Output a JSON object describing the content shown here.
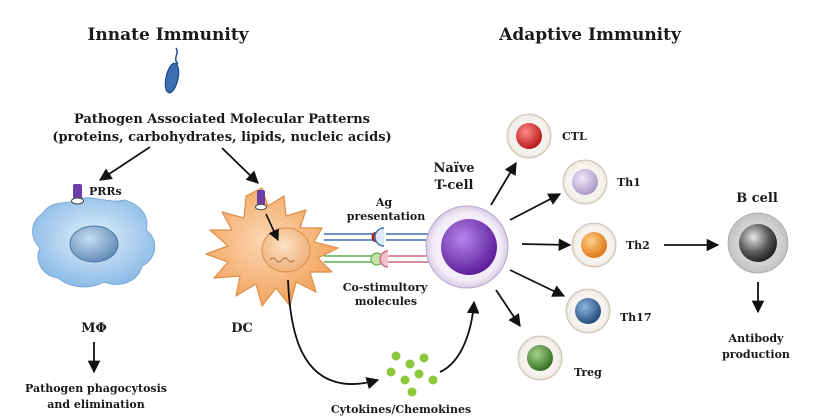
{
  "titles": {
    "innate": "Innate Immunity",
    "adaptive": "Adaptive Immunity"
  },
  "pamp": {
    "line1": "Pathogen Associated Molecular Patterns",
    "line2": "(proteins, carbohydrates, lipids, nucleic acids)"
  },
  "macrophage": {
    "receptor_label": "PRRs",
    "cell_label": "MΦ",
    "outcome_line1": "Pathogen phagocytosis",
    "outcome_line2": "and elimination"
  },
  "dc": {
    "label": "DC",
    "ag_line1": "Ag",
    "ag_line2": "presentation",
    "costim_line1": "Co-stimultory",
    "costim_line2": "molecules",
    "cytokines_label": "Cytokines/Chemokines"
  },
  "tcell": {
    "line1": "Naïve",
    "line2": "T-cell"
  },
  "subsets": {
    "ctl": "CTL",
    "th1": "Th1",
    "th2": "Th2",
    "th17": "Th17",
    "treg": "Treg"
  },
  "bcell": {
    "label": "B cell",
    "outcome_line1": "Antibody",
    "outcome_line2": "production"
  },
  "colors": {
    "macrophage": "#9fc8ee",
    "dendritic_cell": "#f6ae6c",
    "naive_tcell": "#7b2fc6",
    "ctl": "#d42a2a",
    "th1": "#c4b1d8",
    "th2": "#ef8a1f",
    "th17": "#2b5d94",
    "treg": "#3f7f2c",
    "bcell": "#555555",
    "cytokines": "#8cc83c"
  }
}
